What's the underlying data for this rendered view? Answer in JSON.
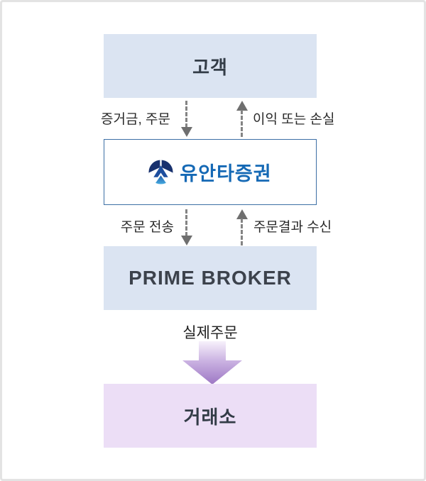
{
  "diagram": {
    "nodes": {
      "customer": {
        "label": "고객"
      },
      "broker": {
        "name": "유안타증권",
        "logo": "yuanta-circle-logo"
      },
      "prime_broker": {
        "label": "PRIME BROKER"
      },
      "exchange": {
        "label": "거래소"
      }
    },
    "flows": {
      "customer_to_broker": {
        "down_label": "증거금, 주문",
        "up_label": "이익 또는 손실"
      },
      "broker_to_prime": {
        "down_label": "주문 전송",
        "up_label": "주문결과 수신"
      },
      "prime_to_exchange": {
        "down_label": "실제주문"
      }
    }
  },
  "colors": {
    "node_blue_bg": "#dbe4f2",
    "node_purple_bg": "#ecdef6",
    "broker_box_border": "#3c6fa5",
    "brand_blue_text": "#1569b5",
    "logo_navy": "#18316e",
    "logo_mid_blue": "#1e4e9e",
    "logo_light_blue": "#4ab8ea",
    "dashed_arrow_gray": "#848484",
    "arrow_head_gray": "#6f6f6f",
    "big_arrow_purple_top": "#f7f1fb",
    "big_arrow_purple_bottom": "#9d77c4",
    "title_text": "#333c47",
    "frame_border": "#e3e3e3"
  }
}
